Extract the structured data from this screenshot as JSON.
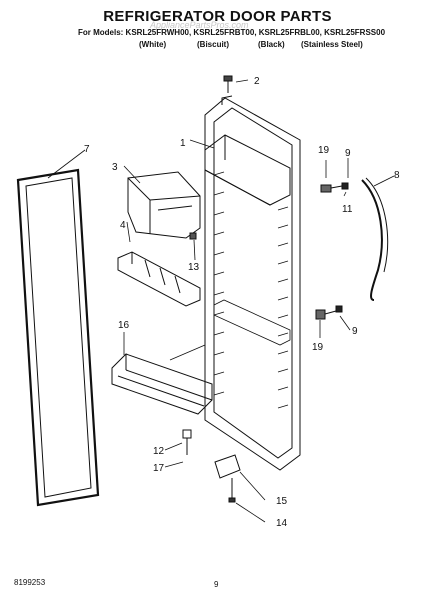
{
  "header": {
    "title": "REFRIGERATOR DOOR PARTS",
    "models": "For Models: KSRL25FRWH00, KSRL25FRBT00, KSRL25FRBL00, KSRL25FRSS00",
    "colors": [
      "(White)",
      "(Biscuit)",
      "(Black)",
      "(Stainless Steel)"
    ],
    "watermark": "AppliancePartsPros.com"
  },
  "callouts": [
    "1",
    "2",
    "3",
    "4",
    "7",
    "8",
    "9",
    "9",
    "11",
    "12",
    "13",
    "14",
    "15",
    "16",
    "17",
    "19",
    "19"
  ],
  "footer": {
    "doc_number": "8199253",
    "page_number": "9"
  }
}
